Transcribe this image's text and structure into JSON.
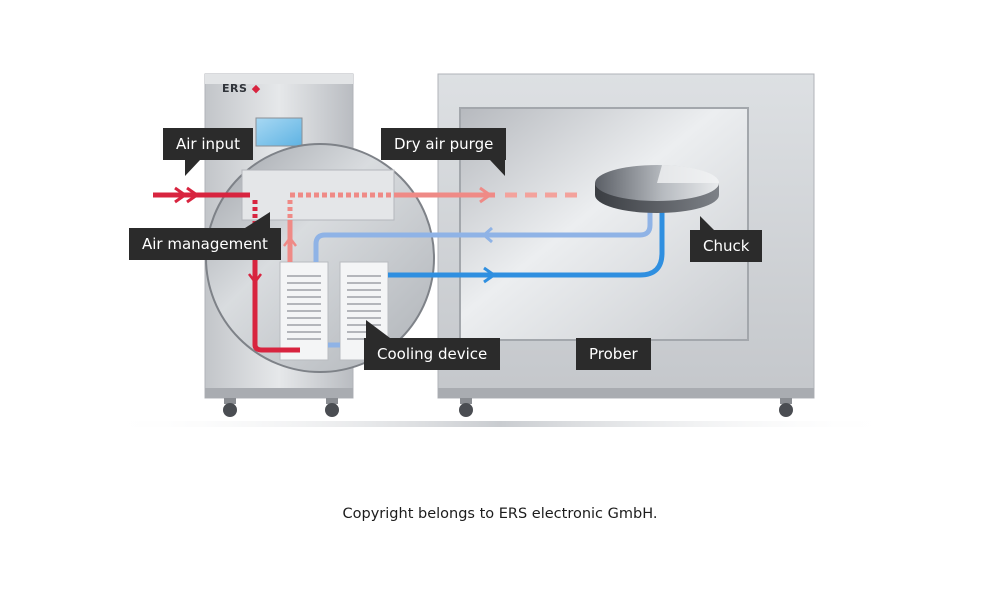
{
  "logo": {
    "text": "ERS",
    "icon": "ers-logo-icon"
  },
  "labels": {
    "air_input": "Air input",
    "dry_air_purge": "Dry air purge",
    "air_management": "Air management",
    "chuck": "Chuck",
    "cooling_device": "Cooling device",
    "prober": "Prober"
  },
  "footer": {
    "copyright": "Copyright belongs to ERS electronic GmbH."
  },
  "colors": {
    "hot_air": "#d8243f",
    "dry_air": "#ef8a86",
    "cold_air_light": "#8fb3e6",
    "cold_air": "#2f8fe0",
    "callout_bg": "#2b2b2b",
    "cabinet": "#d3d6d9"
  }
}
